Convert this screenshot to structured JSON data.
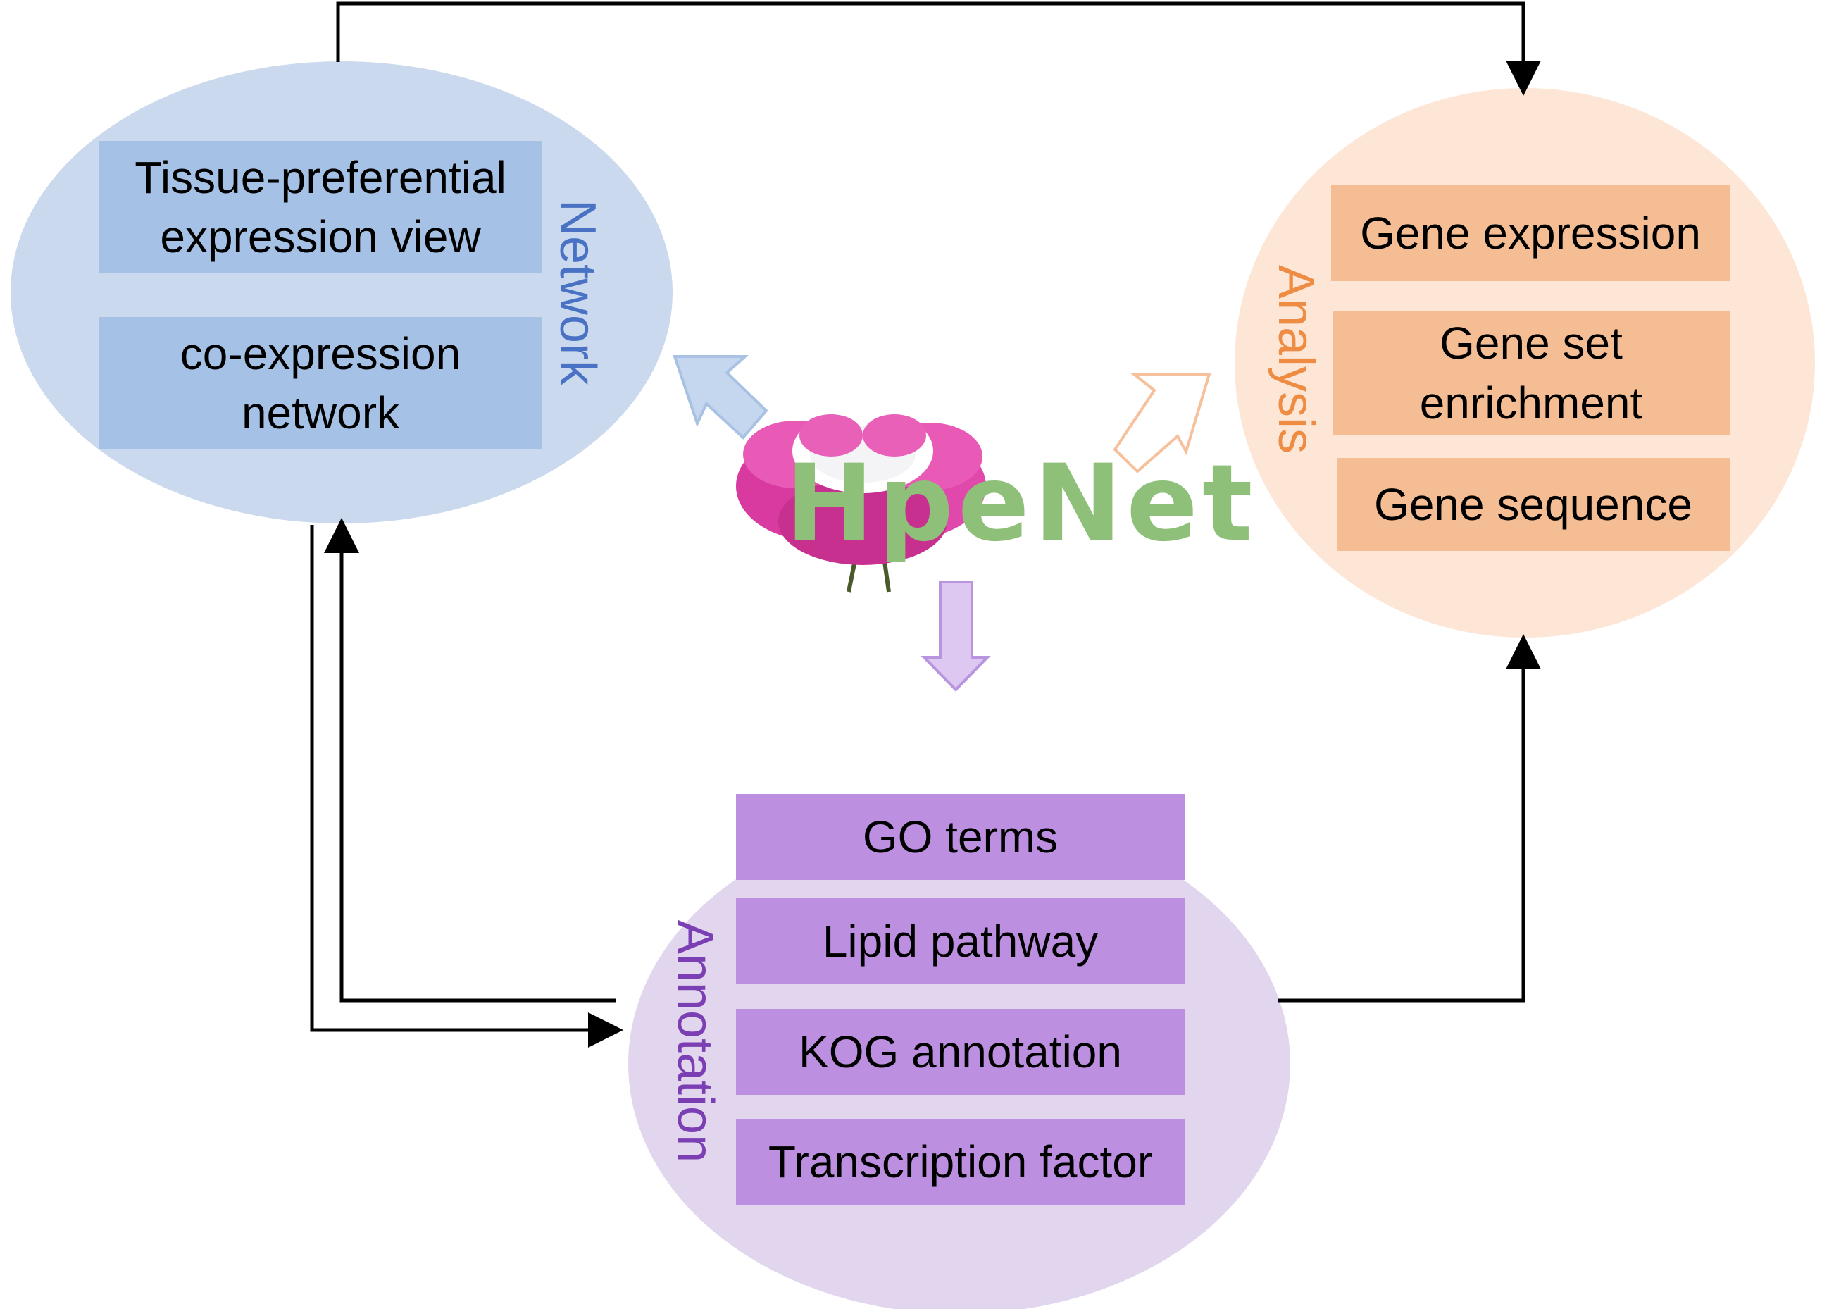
{
  "colors": {
    "network_fill": "#cbd9ee",
    "network_box": "#a5c2e6",
    "network_label": "#4a72c4",
    "network_arrow_fill": "#c5d7ee",
    "network_arrow_stroke": "#a9c2e3",
    "analysis_fill": "#fde6d6",
    "analysis_box": "#f4bd94",
    "analysis_label": "#ee8c44",
    "analysis_arrow_stroke": "#f6c09a",
    "annotation_fill": "#e1d6ed",
    "annotation_box": "#bc8fe0",
    "annotation_label": "#7b3fb3",
    "annotation_arrow_fill": "#dcc8f0",
    "annotation_arrow_stroke": "#b995e0",
    "logo_text": "#8ec07a",
    "flower": "#e040a8",
    "connector": "#000000"
  },
  "logo": {
    "text": "HpeNet",
    "icon": "peony-flower-icon"
  },
  "network": {
    "label": "Network",
    "items": [
      "Tissue-preferential\nexpression view",
      "co-expression\nnetwork"
    ]
  },
  "analysis": {
    "label": "Analysis",
    "items": [
      "Gene expression",
      "Gene set\nenrichment",
      "Gene sequence"
    ]
  },
  "annotation": {
    "label": "Annotation",
    "items": [
      "GO terms",
      "Lipid pathway",
      "KOG annotation",
      "Transcription factor"
    ]
  }
}
